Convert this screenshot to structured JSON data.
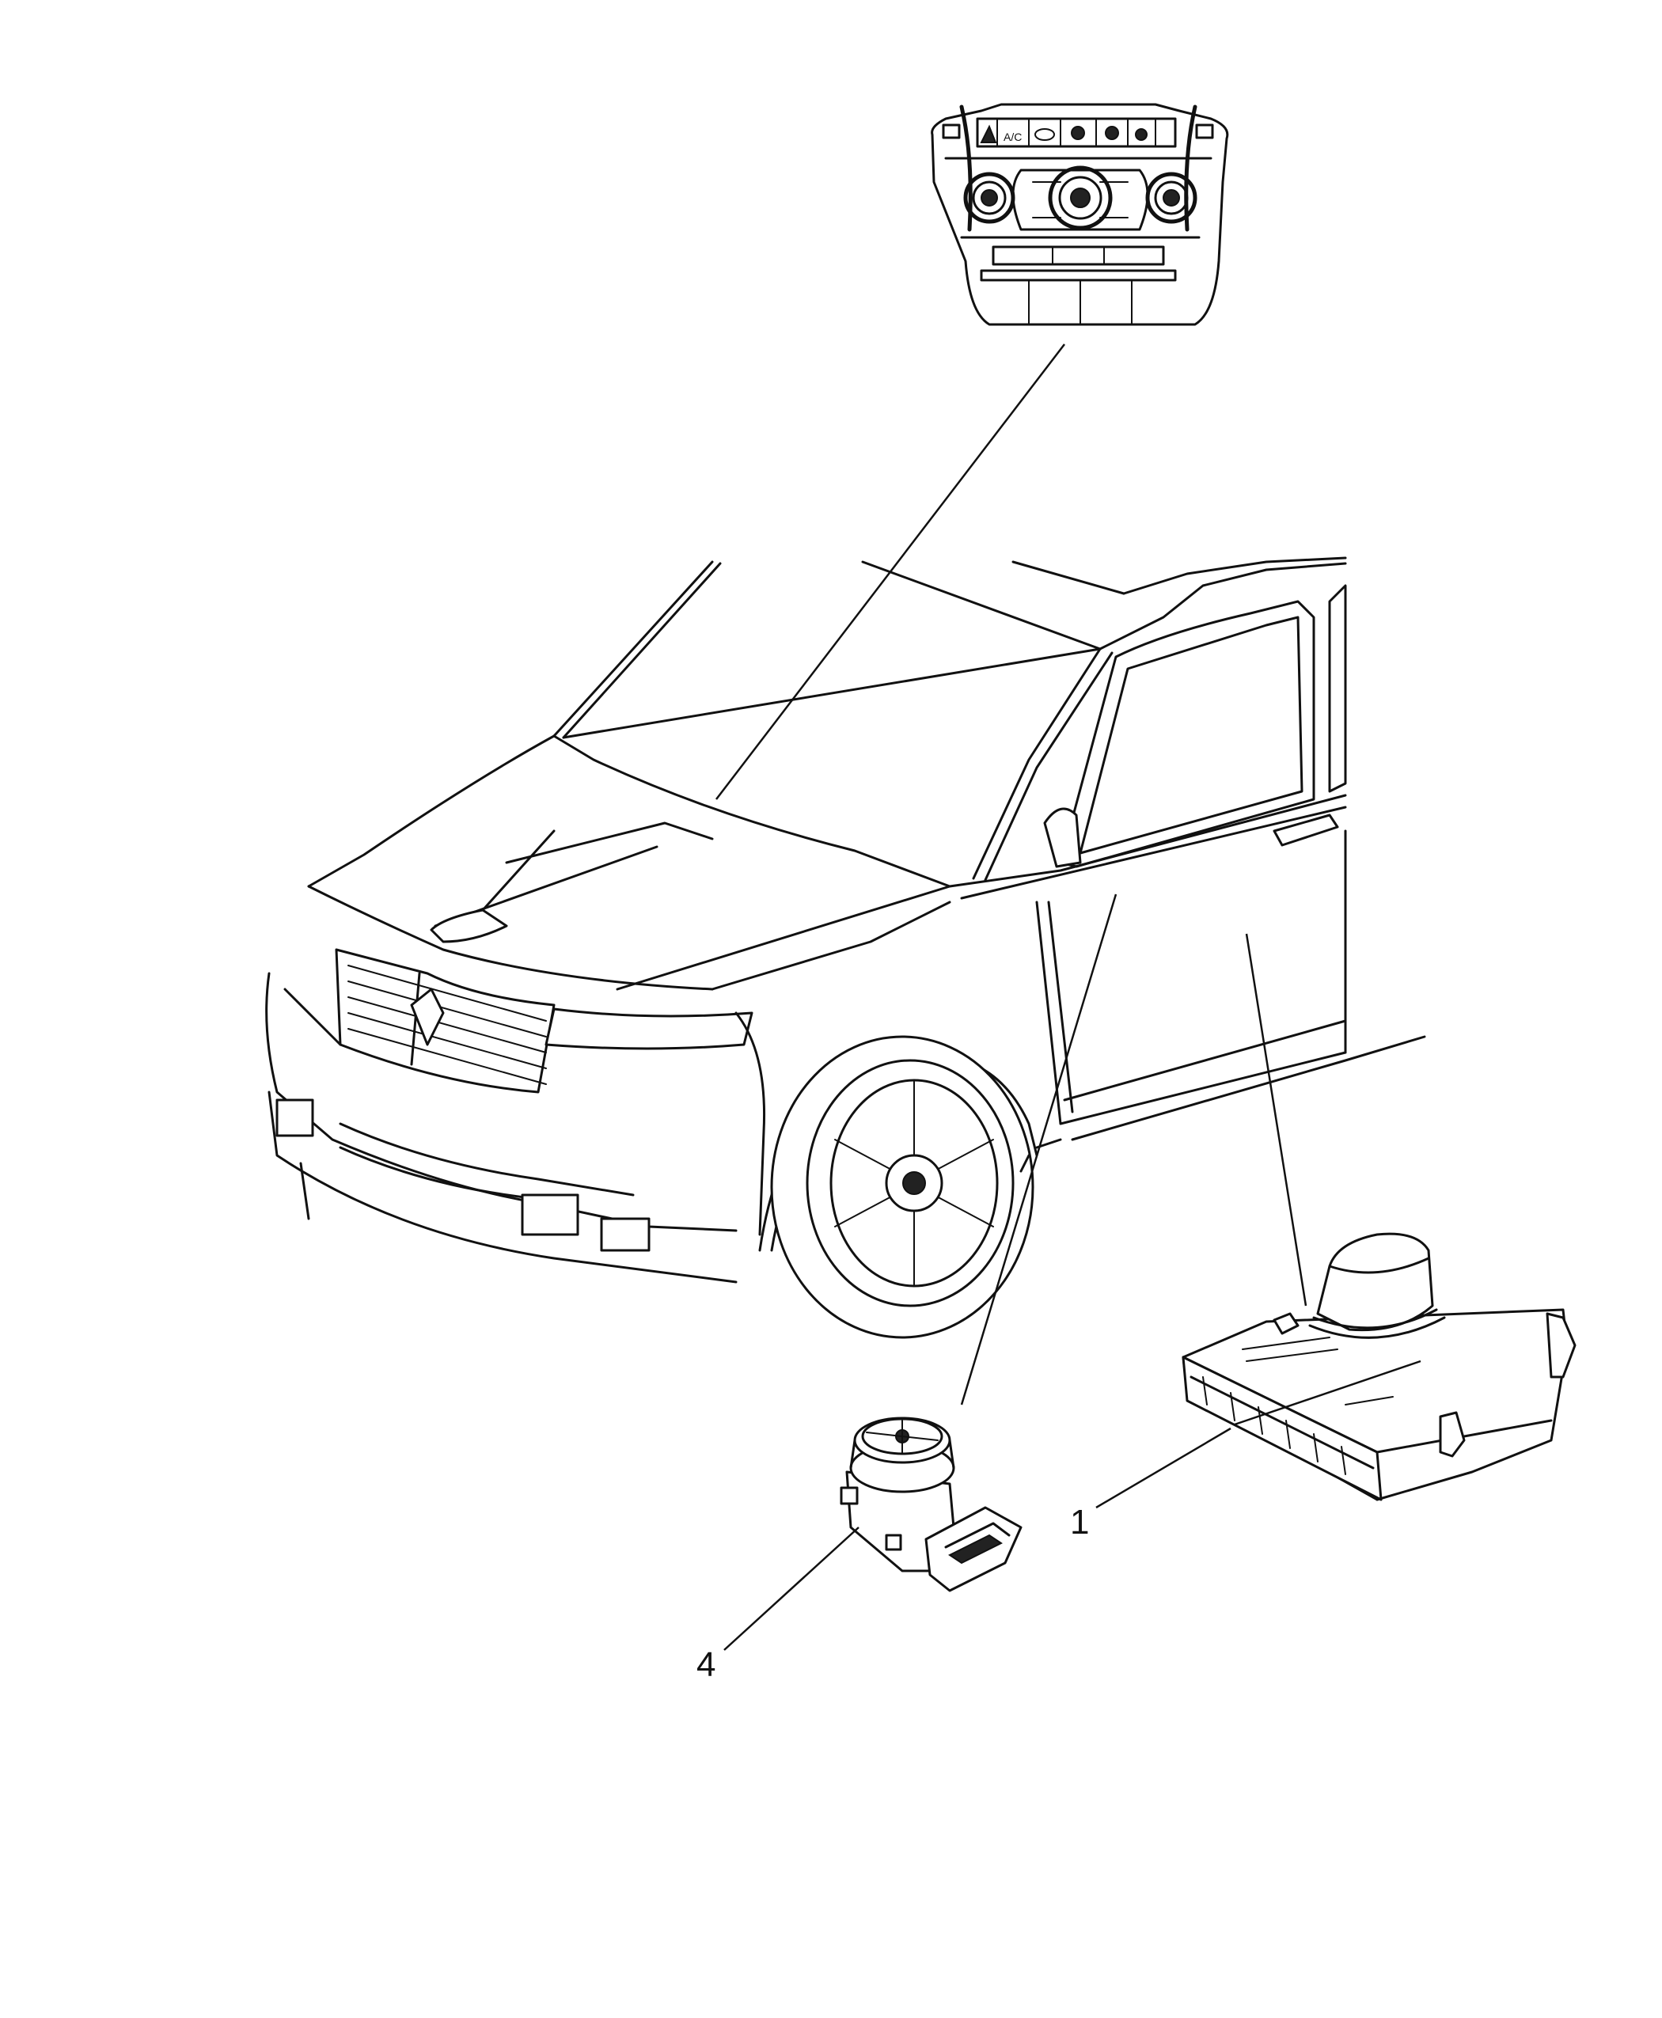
{
  "callouts": [
    {
      "id": "1",
      "label": "1"
    },
    {
      "id": "4",
      "label": "4"
    }
  ],
  "parts": {
    "climate_control_panel": {
      "icon": "climate-control-panel-icon"
    },
    "vehicle": {
      "icon": "suv-vehicle-icon"
    },
    "control_module": {
      "icon": "control-module-icon"
    },
    "actuator": {
      "icon": "blend-door-actuator-icon"
    }
  },
  "colors": {
    "line": "#111111",
    "background": "#ffffff"
  }
}
